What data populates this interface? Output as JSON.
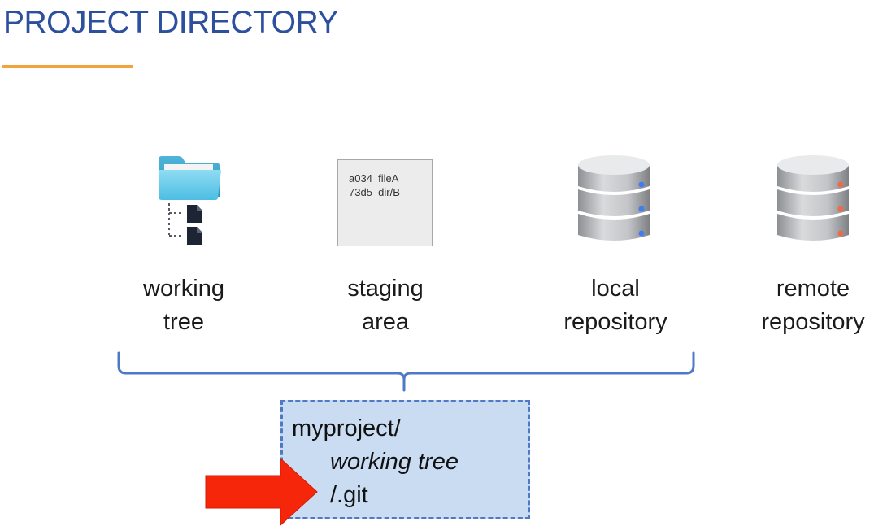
{
  "slide": {
    "title": "PROJECT DIRECTORY",
    "accent_color": "#f2a43c",
    "title_color": "#2c4f9e"
  },
  "components": [
    {
      "id": "working-tree",
      "icon": "folder-tree-icon",
      "label_lines": [
        "working",
        "tree"
      ]
    },
    {
      "id": "staging-area",
      "icon": "index-file-icon",
      "entries": [
        "a034  fileA",
        "73d5  dir/B"
      ],
      "label_lines": [
        "staging",
        "area"
      ]
    },
    {
      "id": "local-repository",
      "icon": "database-icon",
      "indicator_color": "#3d7ff0",
      "label_lines": [
        "local",
        "repository"
      ]
    },
    {
      "id": "remote-repository",
      "icon": "database-icon",
      "indicator_color": "#ef6a45",
      "label_lines": [
        "remote",
        "repository"
      ]
    }
  ],
  "grouping": {
    "brace_color": "#4f79c7",
    "directory_box": {
      "lines": [
        "myproject/",
        "working tree",
        "/.git"
      ],
      "background": "#c9dcf2",
      "border_color": "#4f79c7"
    }
  },
  "pointer": {
    "icon": "right-arrow-icon",
    "color": "#f5260a"
  }
}
